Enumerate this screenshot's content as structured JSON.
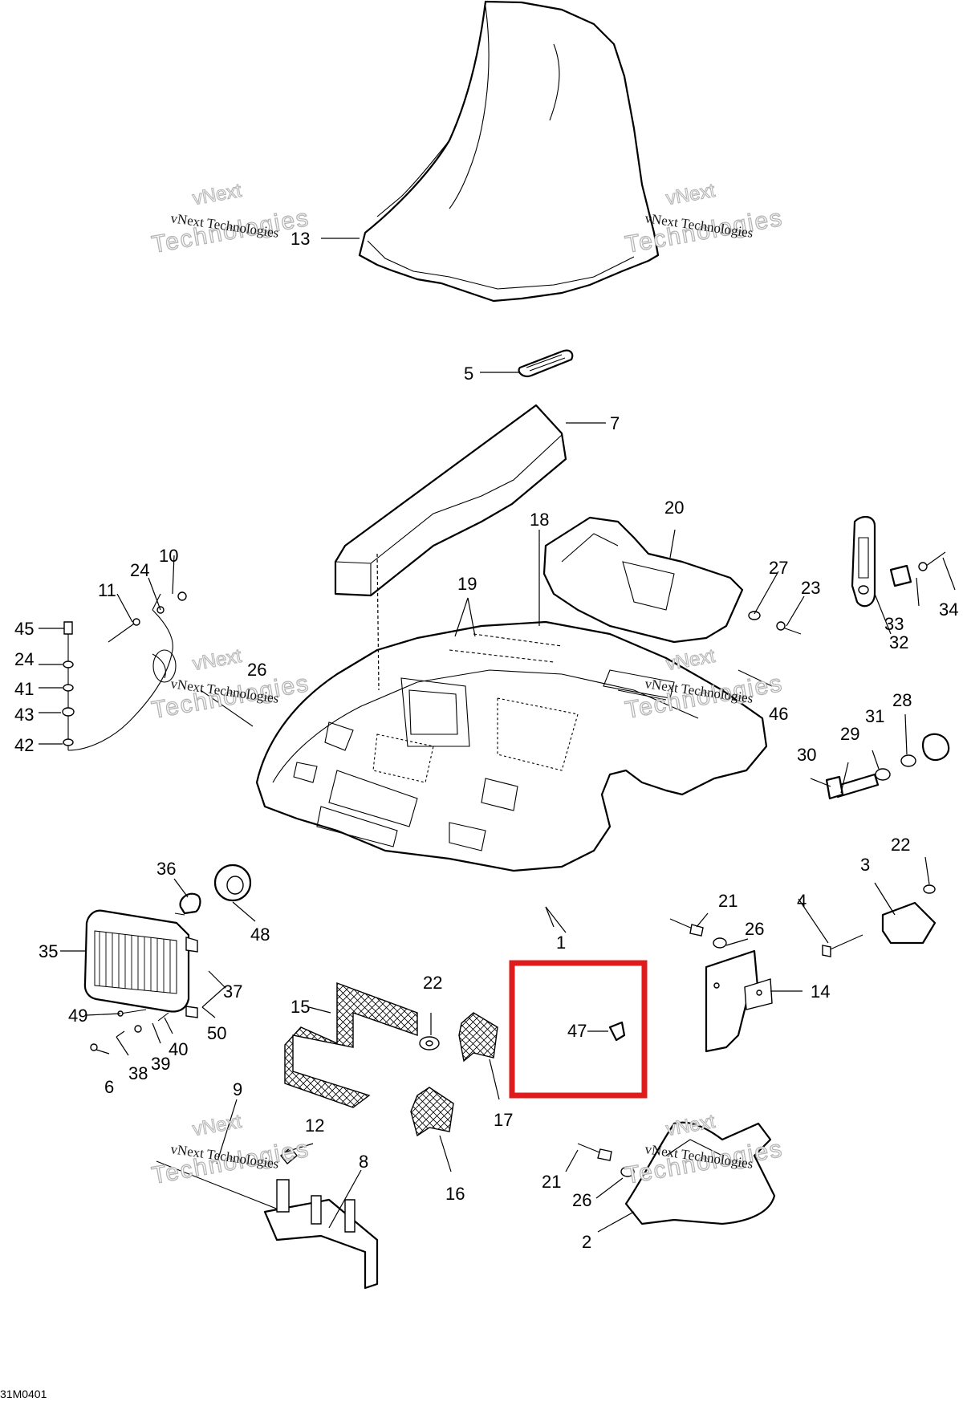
{
  "diagram": {
    "drawing_code": "31M0401",
    "watermark": {
      "line1": "vNext",
      "line2": "Technologies",
      "caption": "vNext Technologies"
    },
    "highlight": {
      "part": "47",
      "color": "#e01b1b"
    },
    "callouts": [
      "1",
      "2",
      "3",
      "4",
      "5",
      "6",
      "7",
      "8",
      "9",
      "10",
      "11",
      "12",
      "13",
      "14",
      "15",
      "16",
      "17",
      "18",
      "19",
      "20",
      "21",
      "22",
      "23",
      "24",
      "26",
      "27",
      "28",
      "29",
      "30",
      "31",
      "32",
      "33",
      "34",
      "35",
      "36",
      "37",
      "38",
      "39",
      "40",
      "41",
      "42",
      "43",
      "45",
      "46",
      "47",
      "48",
      "49",
      "50"
    ]
  }
}
